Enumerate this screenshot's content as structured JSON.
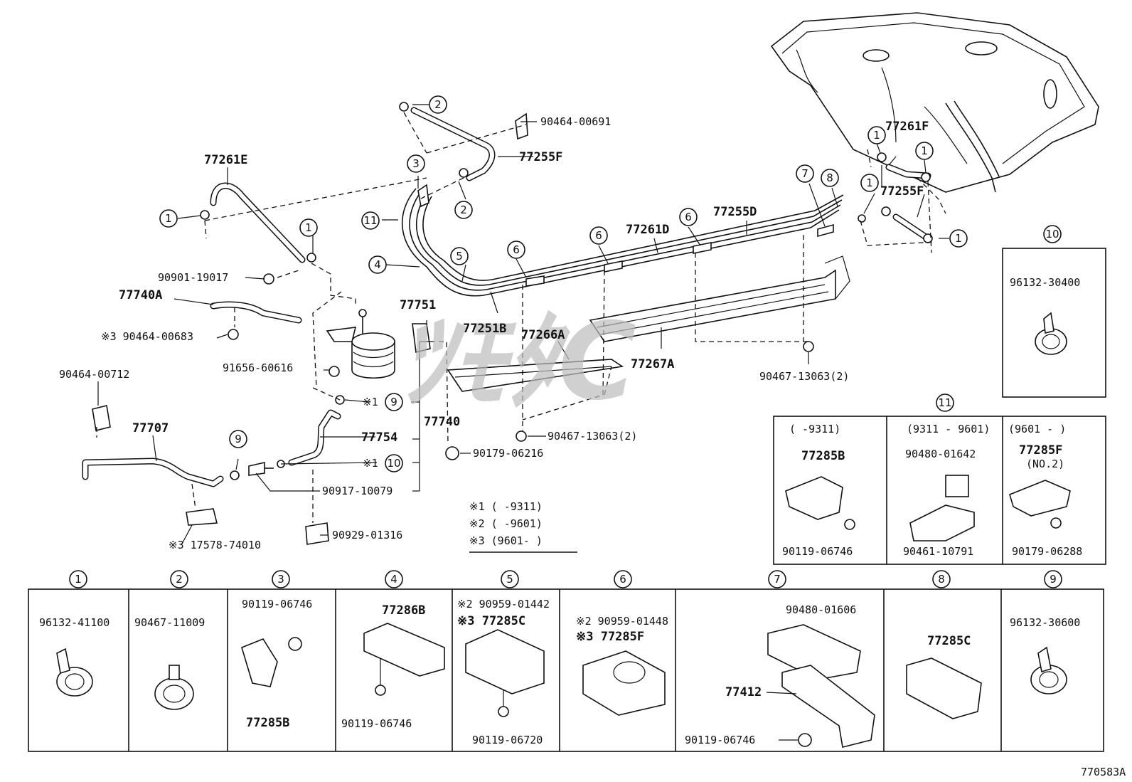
{
  "watermark": "ﾂﾓﾀC",
  "diagram_code": "770583A",
  "notes": {
    "n1": "※1 (    -9311)",
    "n2": "※2 (    -9601)",
    "n3": "※3 (9601-    )"
  },
  "main_labels": {
    "p77261E": "77261E",
    "p77255F_top": "77255F",
    "p90464_00691": "90464-00691",
    "p77261F": "77261F",
    "p77255F_right": "77255F",
    "p77261D": "77261D",
    "p77255D": "77255D",
    "p77251B": "77251B",
    "p77266A": "77266A",
    "p77267A": "77267A",
    "p77751": "77751",
    "p90901_19017": "90901-19017",
    "p77740A": "77740A",
    "p90464_00683": "※3 90464-00683",
    "p91656_60616": "91656-60616",
    "p90464_00712": "90464-00712",
    "p77707": "77707",
    "p77754": "77754",
    "p77740": "77740",
    "p90917_10079": "90917-10079",
    "p90179_06216": "90179-06216",
    "p90467_13063_a": "90467-13063(2)",
    "p90467_13063_b": "90467-13063(2)",
    "p17578_74010": "※3 17578-74010",
    "p90929_01316": "90929-01316",
    "x1a": "※1",
    "x1b": "※1"
  },
  "callouts": {
    "c1": "1",
    "c2": "2",
    "c3": "3",
    "c4": "4",
    "c5": "5",
    "c6": "6",
    "c7": "7",
    "c8": "8",
    "c9": "9",
    "c10": "10",
    "c11": "11"
  },
  "box10": {
    "num": "10",
    "part": "96132-30400"
  },
  "box11": {
    "num": "11",
    "col1": {
      "range": "(    -9311)",
      "part_a": "77285B",
      "part_b": "90119-06746"
    },
    "col2": {
      "range": "(9311 - 9601)",
      "part_a": "90480-01642",
      "part_b": "90461-10791"
    },
    "col3": {
      "range": "(9601 -    )",
      "part_a": "77285F",
      "part_a2": "(NO.2)",
      "part_b": "90179-06288"
    }
  },
  "table": {
    "cells": [
      {
        "num": "1",
        "parts": [
          "96132-41100"
        ]
      },
      {
        "num": "2",
        "parts": [
          "90467-11009"
        ]
      },
      {
        "num": "3",
        "parts": [
          "90119-06746",
          "77285B"
        ]
      },
      {
        "num": "4",
        "parts": [
          "77286B",
          "90119-06746"
        ]
      },
      {
        "num": "5",
        "parts": [
          "※2 90959-01442",
          "※3  77285C",
          "90119-06720"
        ]
      },
      {
        "num": "6",
        "parts": [
          "※2 90959-01448",
          "※3  77285F"
        ]
      },
      {
        "num": "7",
        "parts": [
          "90480-01606",
          "77412",
          "90119-06746"
        ]
      },
      {
        "num": "8",
        "parts": [
          "77285C"
        ]
      },
      {
        "num": "9",
        "parts": [
          "96132-30600"
        ]
      }
    ]
  }
}
